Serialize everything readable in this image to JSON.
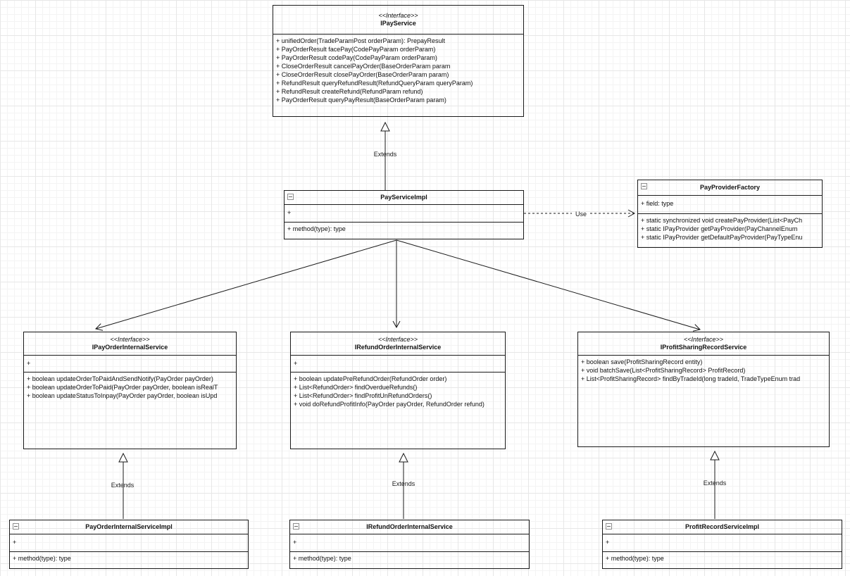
{
  "edge_labels": {
    "extends": "Extends",
    "use": "Use"
  },
  "classes": {
    "ipay_service": {
      "stereotype": "<<Interface>>",
      "name": "IPayService",
      "methods": [
        "+ unifiedOrder(TradeParamPost orderParam): PrepayResult",
        "+ PayOrderResult facePay(CodePayParam orderParam)",
        "+ PayOrderResult codePay(CodePayParam orderParam)",
        "+ CloseOrderResult cancelPayOrder(BaseOrderParam param",
        "+ CloseOrderResult closePayOrder(BaseOrderParam param)",
        "+ RefundResult queryRefundResult(RefundQueryParam queryParam)",
        "+ RefundResult createRefund(RefundParam refund)",
        "+ PayOrderResult queryPayResult(BaseOrderParam param)"
      ]
    },
    "pay_service_impl": {
      "name": "PayServiceImpl",
      "field": "+",
      "method": "+ method(type): type"
    },
    "pay_provider_factory": {
      "name": "PayProviderFactory",
      "field": "+ field: type",
      "methods": [
        "+ static synchronized void createPayProvider(List<PayCh",
        "+ static IPayProvider getPayProvider(PayChannelEnum",
        "+ static IPayProvider getDefaultPayProvider(PayTypeEnu"
      ]
    },
    "ipay_order_internal_service": {
      "stereotype": "<<Interface>>",
      "name": "IPayOrderInternalService",
      "field": "+",
      "methods": [
        "+ boolean updateOrderToPaidAndSendNotify(PayOrder payOrder)",
        "+ boolean updateOrderToPaid(PayOrder payOrder, boolean isRealT",
        "+ boolean updateStatusToInpay(PayOrder payOrder, boolean isUpd"
      ]
    },
    "irefund_order_internal_service": {
      "stereotype": "<<Interface>>",
      "name": "IRefundOrderInternalService",
      "field": "+",
      "methods": [
        "+ boolean updatePreRefundOrder(RefundOrder order)",
        "+ List<RefundOrder> findOverdueRefunds()",
        "+ List<RefundOrder> findProfitUnRefundOrders()",
        "+ void doRefundProfitInfo(PayOrder payOrder, RefundOrder refund)"
      ]
    },
    "iprofit_sharing_record_service": {
      "stereotype": "<<Interface>>",
      "name": "IProfitSharingRecordService",
      "methods": [
        "+ boolean save(ProfitSharingRecord entity)",
        "+ void batchSave(List<ProfitSharingRecord> ProfitRecord)",
        "+ List<ProfitSharingRecord> findByTradeId(long tradeId, TradeTypeEnum trad"
      ]
    },
    "pay_order_internal_service_impl": {
      "name": "PayOrderInternalServiceImpl",
      "field": "+",
      "method": "+ method(type): type"
    },
    "irefund_order_internal_service_impl": {
      "name": "IRefundOrderInternalService",
      "field": "+",
      "method": "+ method(type): type"
    },
    "profit_record_service_impl": {
      "name": "ProfitRecordServiceImpl",
      "field": "+",
      "method": "+ method(type): type"
    }
  }
}
